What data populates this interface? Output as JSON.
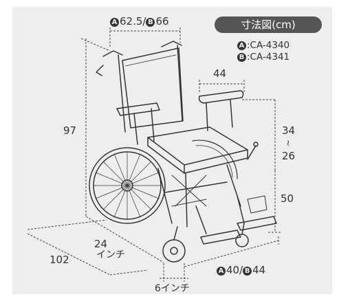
{
  "title": "寸法図(cm)",
  "models": [
    {
      "badge": "A",
      "code": ":CA-4340"
    },
    {
      "badge": "B",
      "code": ":CA-4341"
    }
  ],
  "dimensions": {
    "top_width": {
      "badge_a": "A",
      "value_a": "62.5/",
      "badge_b": "B",
      "value_b": "66"
    },
    "armrest_length": "44",
    "total_height": "97",
    "armrest_height_max": "34",
    "armrest_range_tilde": "~",
    "armrest_height_min": "26",
    "seat_height": "50",
    "total_length": "102",
    "rear_wheel_size": "24",
    "rear_wheel_unit": "インチ",
    "front_caster_size": "6インチ",
    "seat_width": {
      "badge_a": "A",
      "value_a": "40/",
      "badge_b": "B",
      "value_b": "44"
    }
  },
  "colors": {
    "panel": "#eeeeee",
    "line": "#333333",
    "title_pill": "#555555"
  }
}
